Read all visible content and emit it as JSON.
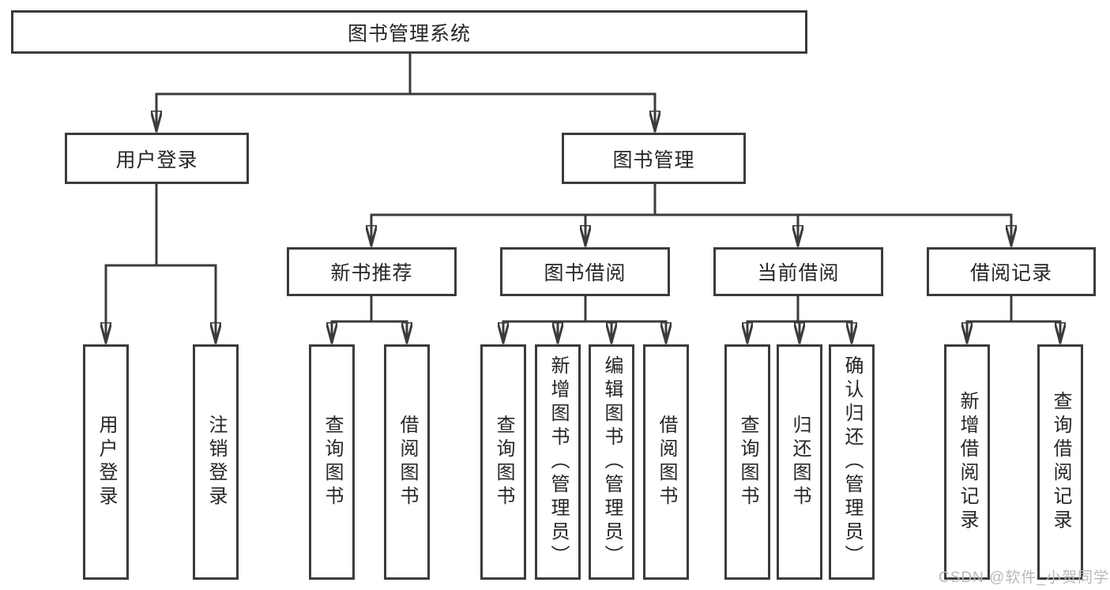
{
  "tree": {
    "root": {
      "label": "图书管理系统",
      "children": [
        {
          "label": "用户登录",
          "children": [
            {
              "label": "用户登录"
            },
            {
              "label": "注销登录"
            }
          ]
        },
        {
          "label": "图书管理",
          "children": [
            {
              "label": "新书推荐",
              "children": [
                {
                  "label": "查询图书"
                },
                {
                  "label": "借阅图书"
                }
              ]
            },
            {
              "label": "图书借阅",
              "children": [
                {
                  "label": "查询图书"
                },
                {
                  "label": "新增图书（管理员）"
                },
                {
                  "label": "编辑图书（管理员）"
                },
                {
                  "label": "借阅图书"
                }
              ]
            },
            {
              "label": "当前借阅",
              "children": [
                {
                  "label": "查询图书"
                },
                {
                  "label": "归还图书"
                },
                {
                  "label": "确认归还（管理员）"
                }
              ]
            },
            {
              "label": "借阅记录",
              "children": [
                {
                  "label": "新增借阅记录"
                },
                {
                  "label": "查询借阅记录"
                }
              ]
            }
          ]
        }
      ]
    }
  },
  "watermark": {
    "text": "CSDN @软件_小贺同学"
  },
  "colors": {
    "line": "#3b3b3b",
    "text": "#262626",
    "watermark": "#b9b9b9",
    "background": "#ffffff"
  }
}
